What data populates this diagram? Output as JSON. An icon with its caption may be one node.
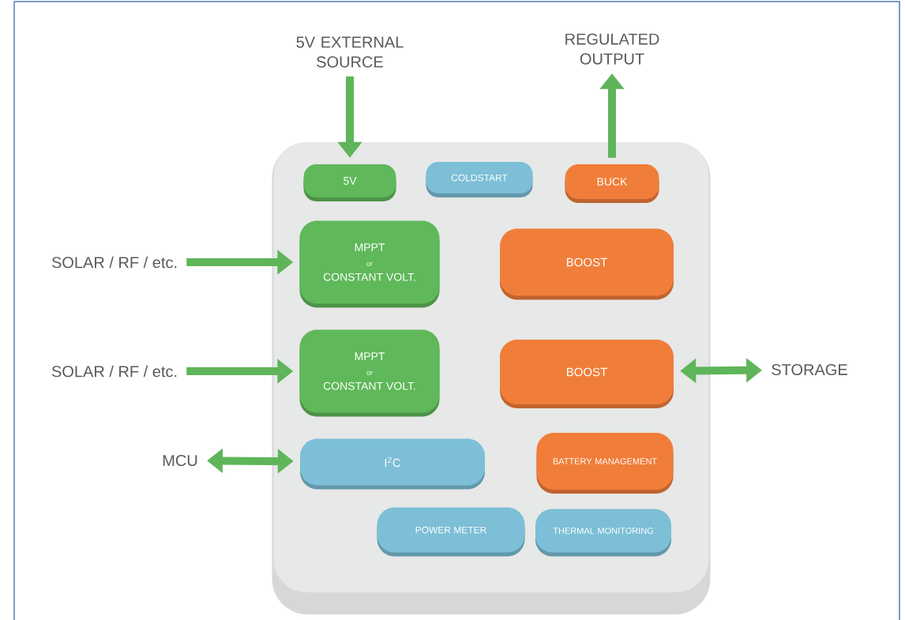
{
  "diagram": {
    "nodes": [
      {
        "text": [],
        "shape": "box"
      },
      {
        "text": [
          "5V"
        ],
        "in": 0
      },
      {
        "text": [
          "COLDSTART"
        ],
        "in": 0
      },
      {
        "text": [
          "BUCK"
        ],
        "in": 0
      },
      {
        "text": [
          "MPPT",
          "or",
          "CONSTANT VOLT."
        ],
        "in": 0
      },
      {
        "text": [
          "BOOST"
        ],
        "in": 0
      },
      {
        "text": [
          "MPPT",
          "or",
          "CONSTANT VOLT."
        ],
        "in": 0
      },
      {
        "text": [
          "BOOST"
        ],
        "in": 0
      },
      {
        "text": [
          "I$^{2}$C"
        ],
        "in": 0
      },
      {
        "text": [
          "BATTERY MANAGEMENT"
        ],
        "in": 0
      },
      {
        "text": [
          "POWER METER"
        ],
        "in": 0
      },
      {
        "text": [
          "THERMAL MONITORING"
        ],
        "in": 0
      },
      {
        "text": [
          "5V EXTERNAL SOURCE"
        ]
      },
      {
        "text": [
          "REGULATED OUTPUT"
        ]
      },
      {
        "text": [
          "SOLAR / RF / etc."
        ]
      },
      {
        "text": [
          "SOLAR / RF / etc."
        ]
      },
      {
        "text": [
          "MCU"
        ]
      },
      {
        "text": [
          "STORAGE"
        ]
      }
    ],
    "edges": [
      {
        "from": 12,
        "to": 1,
        "arrow": "to"
      },
      {
        "from": 3,
        "to": 13,
        "arrow": "to"
      },
      {
        "from": 14,
        "to": 4,
        "arrow": "to"
      },
      {
        "from": 15,
        "to": 6,
        "arrow": "to"
      },
      {
        "from": 16,
        "to": 8,
        "arrow": "both"
      },
      {
        "from": 7,
        "to": 17,
        "arrow": "both"
      }
    ]
  }
}
